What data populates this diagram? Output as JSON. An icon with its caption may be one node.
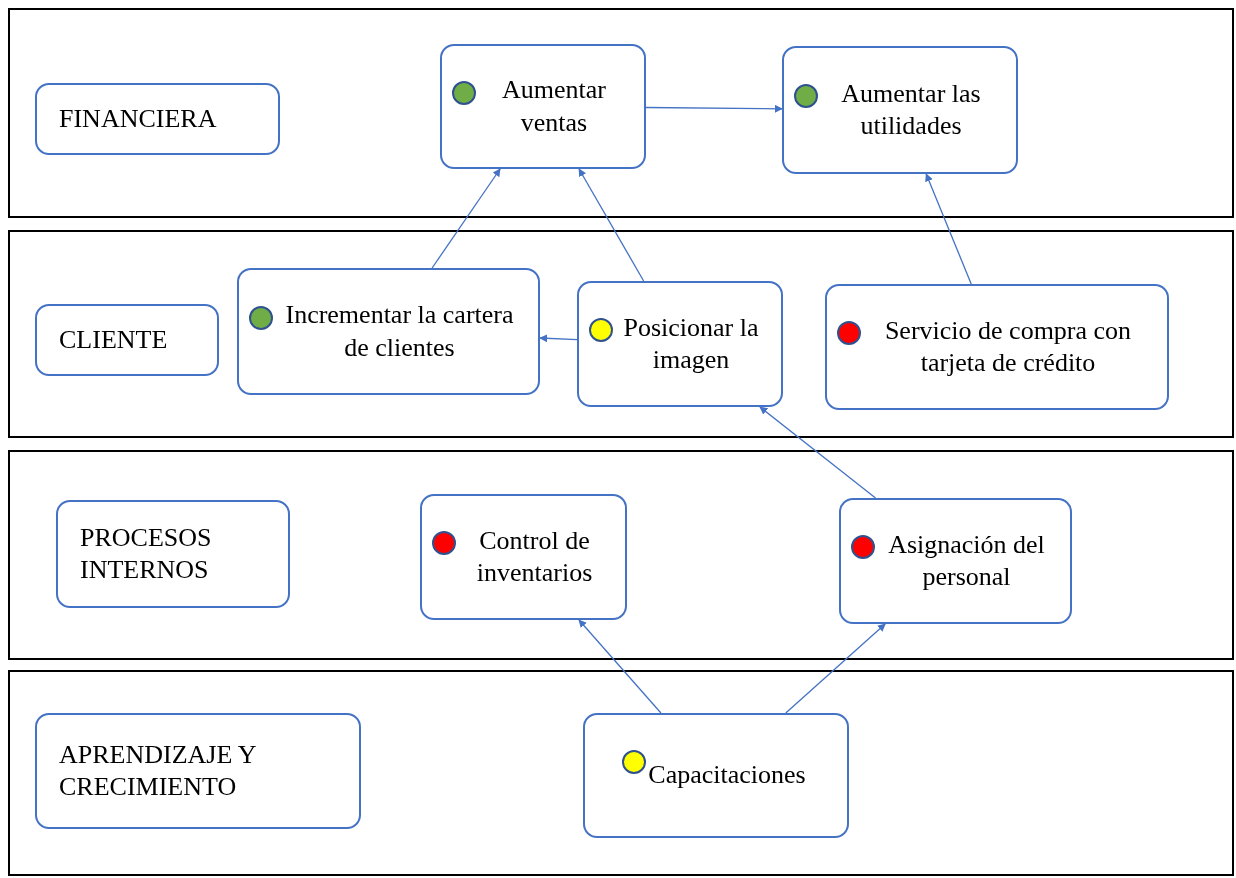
{
  "diagram": {
    "nodes": [
      {
        "text": [],
        "shape": "box"
      },
      {
        "text": [
          "FINANCIERA"
        ],
        "in": 0
      },
      {
        "text": [
          "Aumentar ventas"
        ],
        "in": 0
      },
      {
        "text": [
          "Aumentar las utilidades"
        ],
        "in": 0
      },
      {
        "text": [],
        "shape": "box"
      },
      {
        "text": [
          "CLIENTE"
        ],
        "in": 4
      },
      {
        "text": [
          "Incrementar la cartera de clientes"
        ],
        "in": 4
      },
      {
        "text": [
          "Posicionar la imagen"
        ],
        "in": 4
      },
      {
        "text": [
          "Servicio de compra con tarjeta de crédito"
        ],
        "in": 4
      },
      {
        "text": [],
        "shape": "box"
      },
      {
        "text": [
          "PROCESOS INTERNOS"
        ],
        "in": 9
      },
      {
        "text": [
          "Control de inventarios"
        ],
        "in": 9
      },
      {
        "text": [
          "Asignación del personal"
        ],
        "in": 9
      },
      {
        "text": [],
        "shape": "box"
      },
      {
        "text": [
          "APRENDIZAJE Y CRECIMIENTO"
        ],
        "in": 13
      },
      {
        "text": [
          "Capacitaciones"
        ],
        "in": 13
      }
    ],
    "edges": [
      {
        "from": 2,
        "to": 3,
        "arrow": "to"
      },
      {
        "from": 6,
        "to": 2,
        "arrow": "to"
      },
      {
        "from": 7,
        "to": 2,
        "arrow": "to"
      },
      {
        "from": 8,
        "to": 3,
        "arrow": "to"
      },
      {
        "from": 7,
        "to": 6,
        "arrow": "to"
      },
      {
        "from": 12,
        "to": 7,
        "arrow": "to"
      },
      {
        "from": 15,
        "to": 11,
        "arrow": "to"
      },
      {
        "from": 15,
        "to": 12,
        "arrow": "to"
      }
    ]
  }
}
